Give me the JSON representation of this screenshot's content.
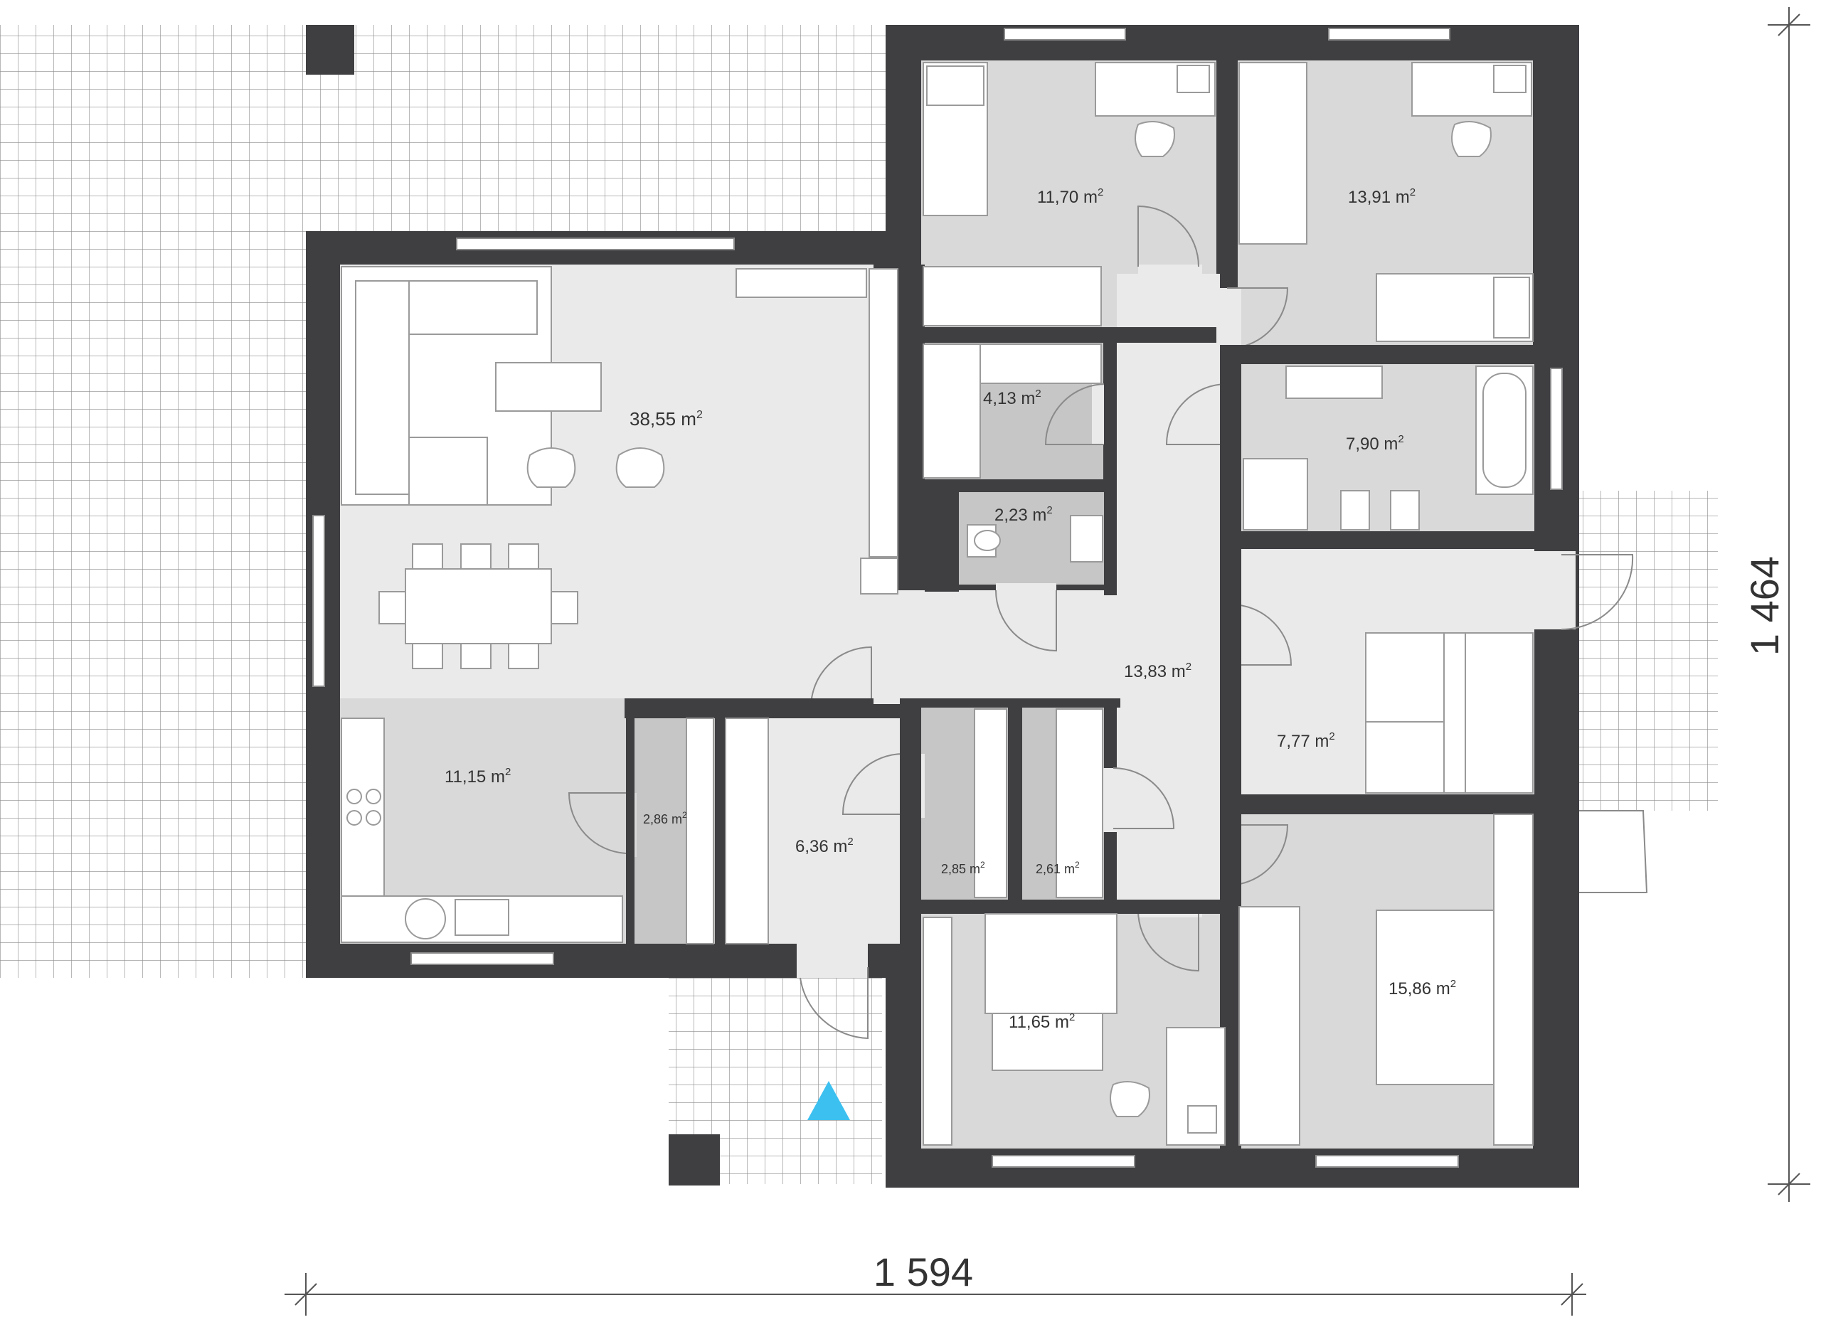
{
  "colors": {
    "wall": "#3f3f42",
    "floor_light": "#eaeaea",
    "floor_mid": "#d9d9d9",
    "floor_dark": "#c6c6c6",
    "tile_line": "#8a8a8a",
    "furniture": "#ffffff",
    "furniture_line": "#9a9a9a",
    "entrance_marker": "#3cc0f0",
    "text": "#333333"
  },
  "dimensions": {
    "width": "1 594",
    "height": "1 464"
  },
  "rooms": [
    {
      "id": "living",
      "area": "38,55 m",
      "exp": "2"
    },
    {
      "id": "bedroom-nw",
      "area": "11,70 m",
      "exp": "2"
    },
    {
      "id": "bedroom-ne",
      "area": "13,91 m",
      "exp": "2"
    },
    {
      "id": "closet",
      "area": "4,13 m",
      "exp": "2"
    },
    {
      "id": "wc",
      "area": "2,23 m",
      "exp": "2"
    },
    {
      "id": "bathroom",
      "area": "7,90 m",
      "exp": "2"
    },
    {
      "id": "hall",
      "area": "13,83 m",
      "exp": "2"
    },
    {
      "id": "stairs",
      "area": "7,77 m",
      "exp": "2"
    },
    {
      "id": "kitchen",
      "area": "11,15 m",
      "exp": "2"
    },
    {
      "id": "pantry",
      "area": "2,86 m",
      "exp": "2"
    },
    {
      "id": "entry",
      "area": "6,36 m",
      "exp": "2"
    },
    {
      "id": "storage-a",
      "area": "2,85 m",
      "exp": "2"
    },
    {
      "id": "storage-b",
      "area": "2,61 m",
      "exp": "2"
    },
    {
      "id": "bedroom-s",
      "area": "11,65 m",
      "exp": "2"
    },
    {
      "id": "bedroom-se",
      "area": "15,86 m",
      "exp": "2"
    }
  ],
  "icons": [
    "entrance-arrow-icon",
    "stove-icon",
    "sink-icon",
    "toilet-icon",
    "bathtub-icon",
    "shower-icon",
    "laptop-icon",
    "chair-icon",
    "bed-icon",
    "sofa-icon",
    "stairs-icon"
  ]
}
